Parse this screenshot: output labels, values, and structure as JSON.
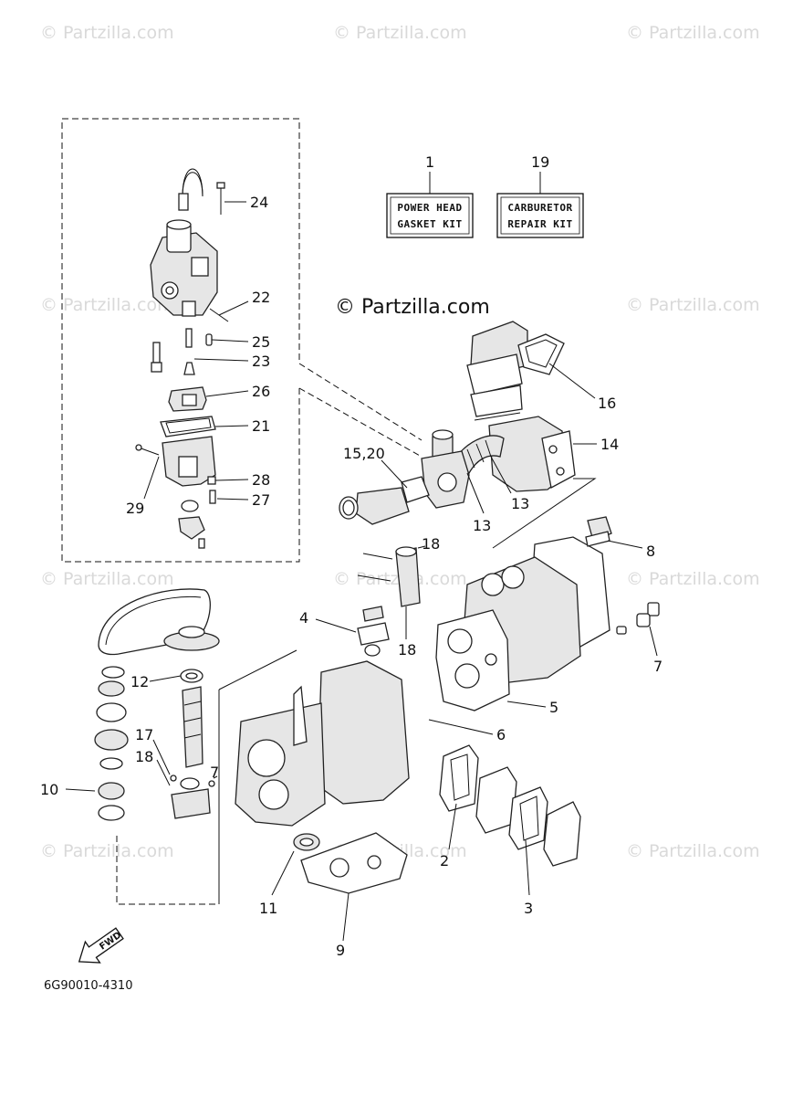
{
  "watermark": "© Partzilla.com",
  "kits": {
    "power_head": {
      "number": "1",
      "line1": "POWER HEAD",
      "line2": "GASKET KIT"
    },
    "carburetor": {
      "number": "19",
      "line1": "CARBURETOR",
      "line2": "REPAIR KIT"
    }
  },
  "callouts": {
    "c24": "24",
    "c22": "22",
    "c25": "25",
    "c23": "23",
    "c26": "26",
    "c21": "21",
    "c28": "28",
    "c27": "27",
    "c29": "29",
    "c16": "16",
    "c14": "14",
    "c15_20": "15,20",
    "c13a": "13",
    "c13b": "13",
    "c18a": "18",
    "c8": "8",
    "c4": "4",
    "c18b": "18",
    "c7a": "7",
    "c5": "5",
    "c6": "6",
    "c12": "12",
    "c17": "17",
    "c18c": "18",
    "c7b": "7",
    "c10": "10",
    "c2": "2",
    "c3": "3",
    "c11": "11",
    "c9": "9"
  },
  "fwd_label": "FWD",
  "diagram_code": "6G90010-4310"
}
